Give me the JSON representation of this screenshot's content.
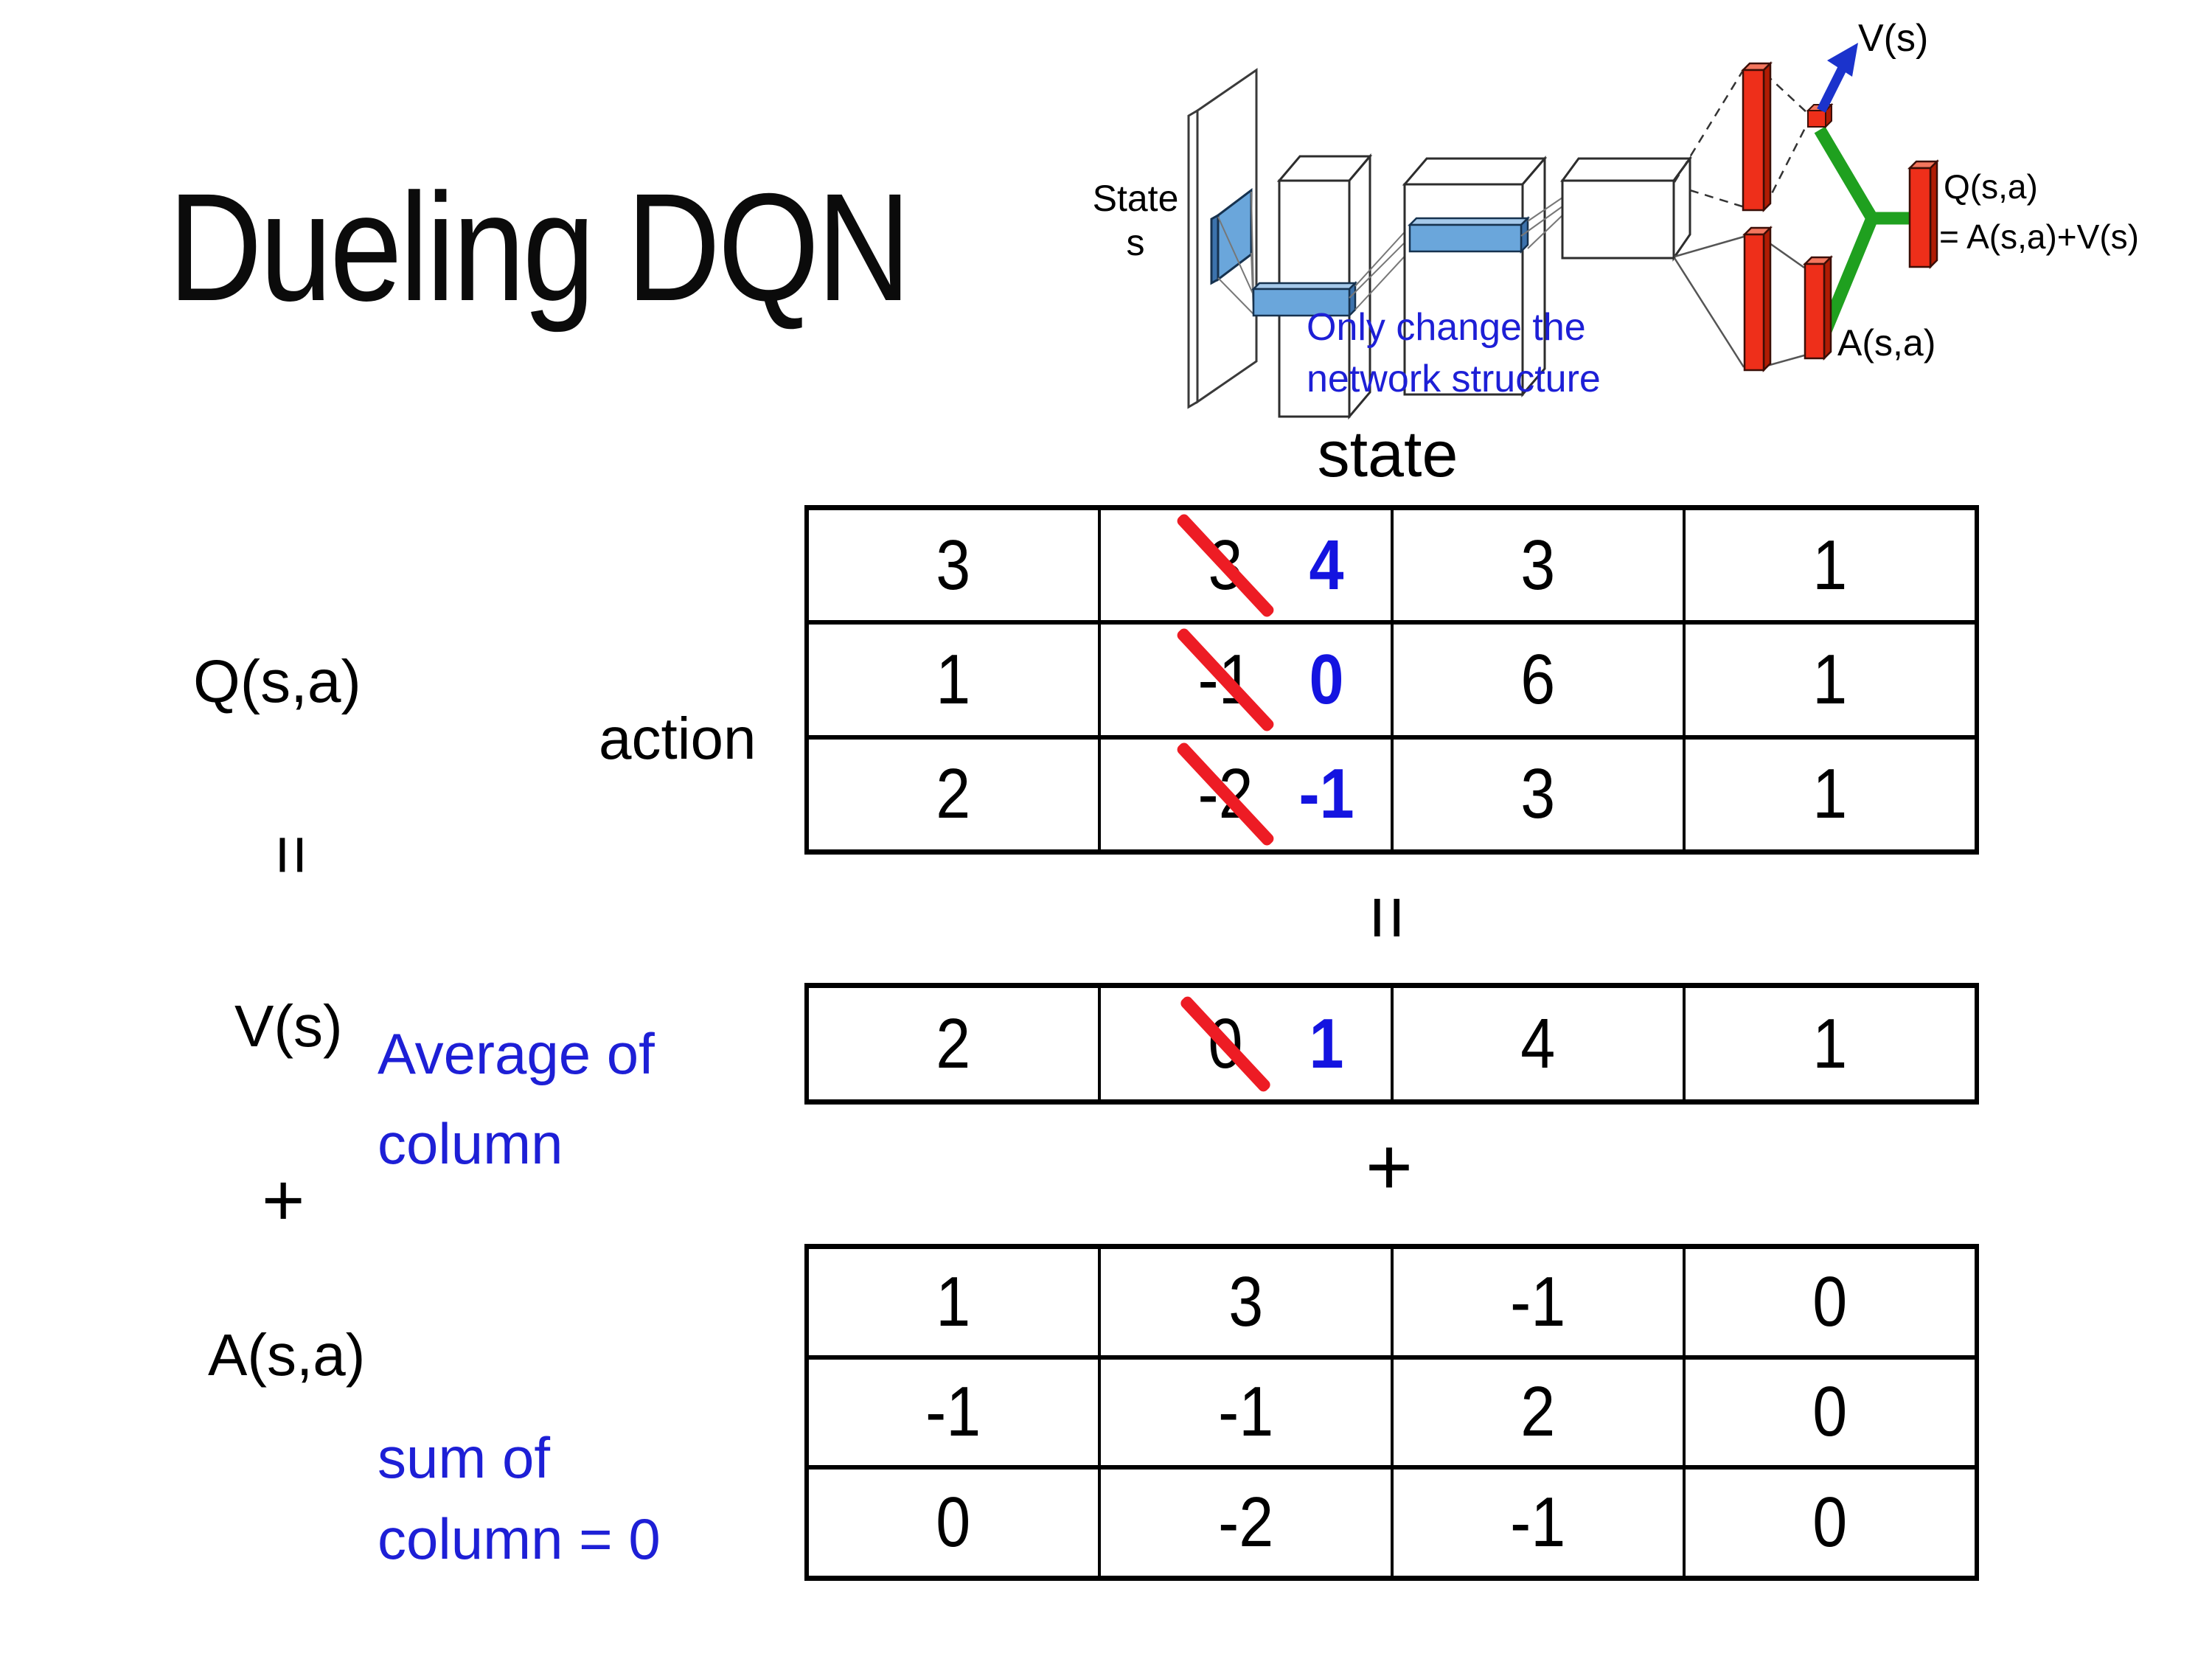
{
  "slide": {
    "title": "Dueling DQN"
  },
  "diagram": {
    "state_line1": "State",
    "state_line2": "s",
    "v_out_label": "V(s)",
    "q_out_line1": "Q(s,a)",
    "q_out_line2": "= A(s,a)+V(s)",
    "a_out_label": "A(s,a)",
    "note_line1": "Only change the",
    "note_line2": "network structure"
  },
  "equation": {
    "q_label": "Q(s,a)",
    "action_label": "action",
    "state_label": "state",
    "equals_after_q": "=",
    "equals_mid": "=",
    "v_label": "V(s)",
    "avg_line1": "Average of",
    "avg_line2": "column",
    "plus_left": "+",
    "plus_mid": "+",
    "a_label": "A(s,a)",
    "sum_line1": "sum of",
    "sum_line2": "column = 0"
  },
  "q_table": {
    "rows": [
      {
        "cells": [
          {
            "v": "3"
          },
          {
            "old": "3",
            "new": "4"
          },
          {
            "v": "3"
          },
          {
            "v": "1"
          }
        ]
      },
      {
        "cells": [
          {
            "v": "1"
          },
          {
            "old": "-1",
            "new": "0"
          },
          {
            "v": "6"
          },
          {
            "v": "1"
          }
        ]
      },
      {
        "cells": [
          {
            "v": "2"
          },
          {
            "old": "-2",
            "new": "-1"
          },
          {
            "v": "3"
          },
          {
            "v": "1"
          }
        ]
      }
    ]
  },
  "v_table": {
    "cells": [
      {
        "v": "2"
      },
      {
        "old": "0",
        "new": "1"
      },
      {
        "v": "4"
      },
      {
        "v": "1"
      }
    ]
  },
  "a_table": {
    "rows": [
      {
        "cells": [
          {
            "v": "1"
          },
          {
            "v": "3"
          },
          {
            "v": "-1"
          },
          {
            "v": "0"
          }
        ]
      },
      {
        "cells": [
          {
            "v": "-1"
          },
          {
            "v": "-1"
          },
          {
            "v": "2"
          },
          {
            "v": "0"
          }
        ]
      },
      {
        "cells": [
          {
            "v": "0"
          },
          {
            "v": "-2"
          },
          {
            "v": "-1"
          },
          {
            "v": "0"
          }
        ]
      }
    ]
  },
  "colors": {
    "accent_blue": "#1d1fd6",
    "number_blue": "#1414e0",
    "cross_red": "#ed1c24",
    "bar_red": "#ee2f1a",
    "link_green": "#1fa01f",
    "box_blue": "#6aa6db",
    "arrow_blue": "#1b33cc"
  }
}
